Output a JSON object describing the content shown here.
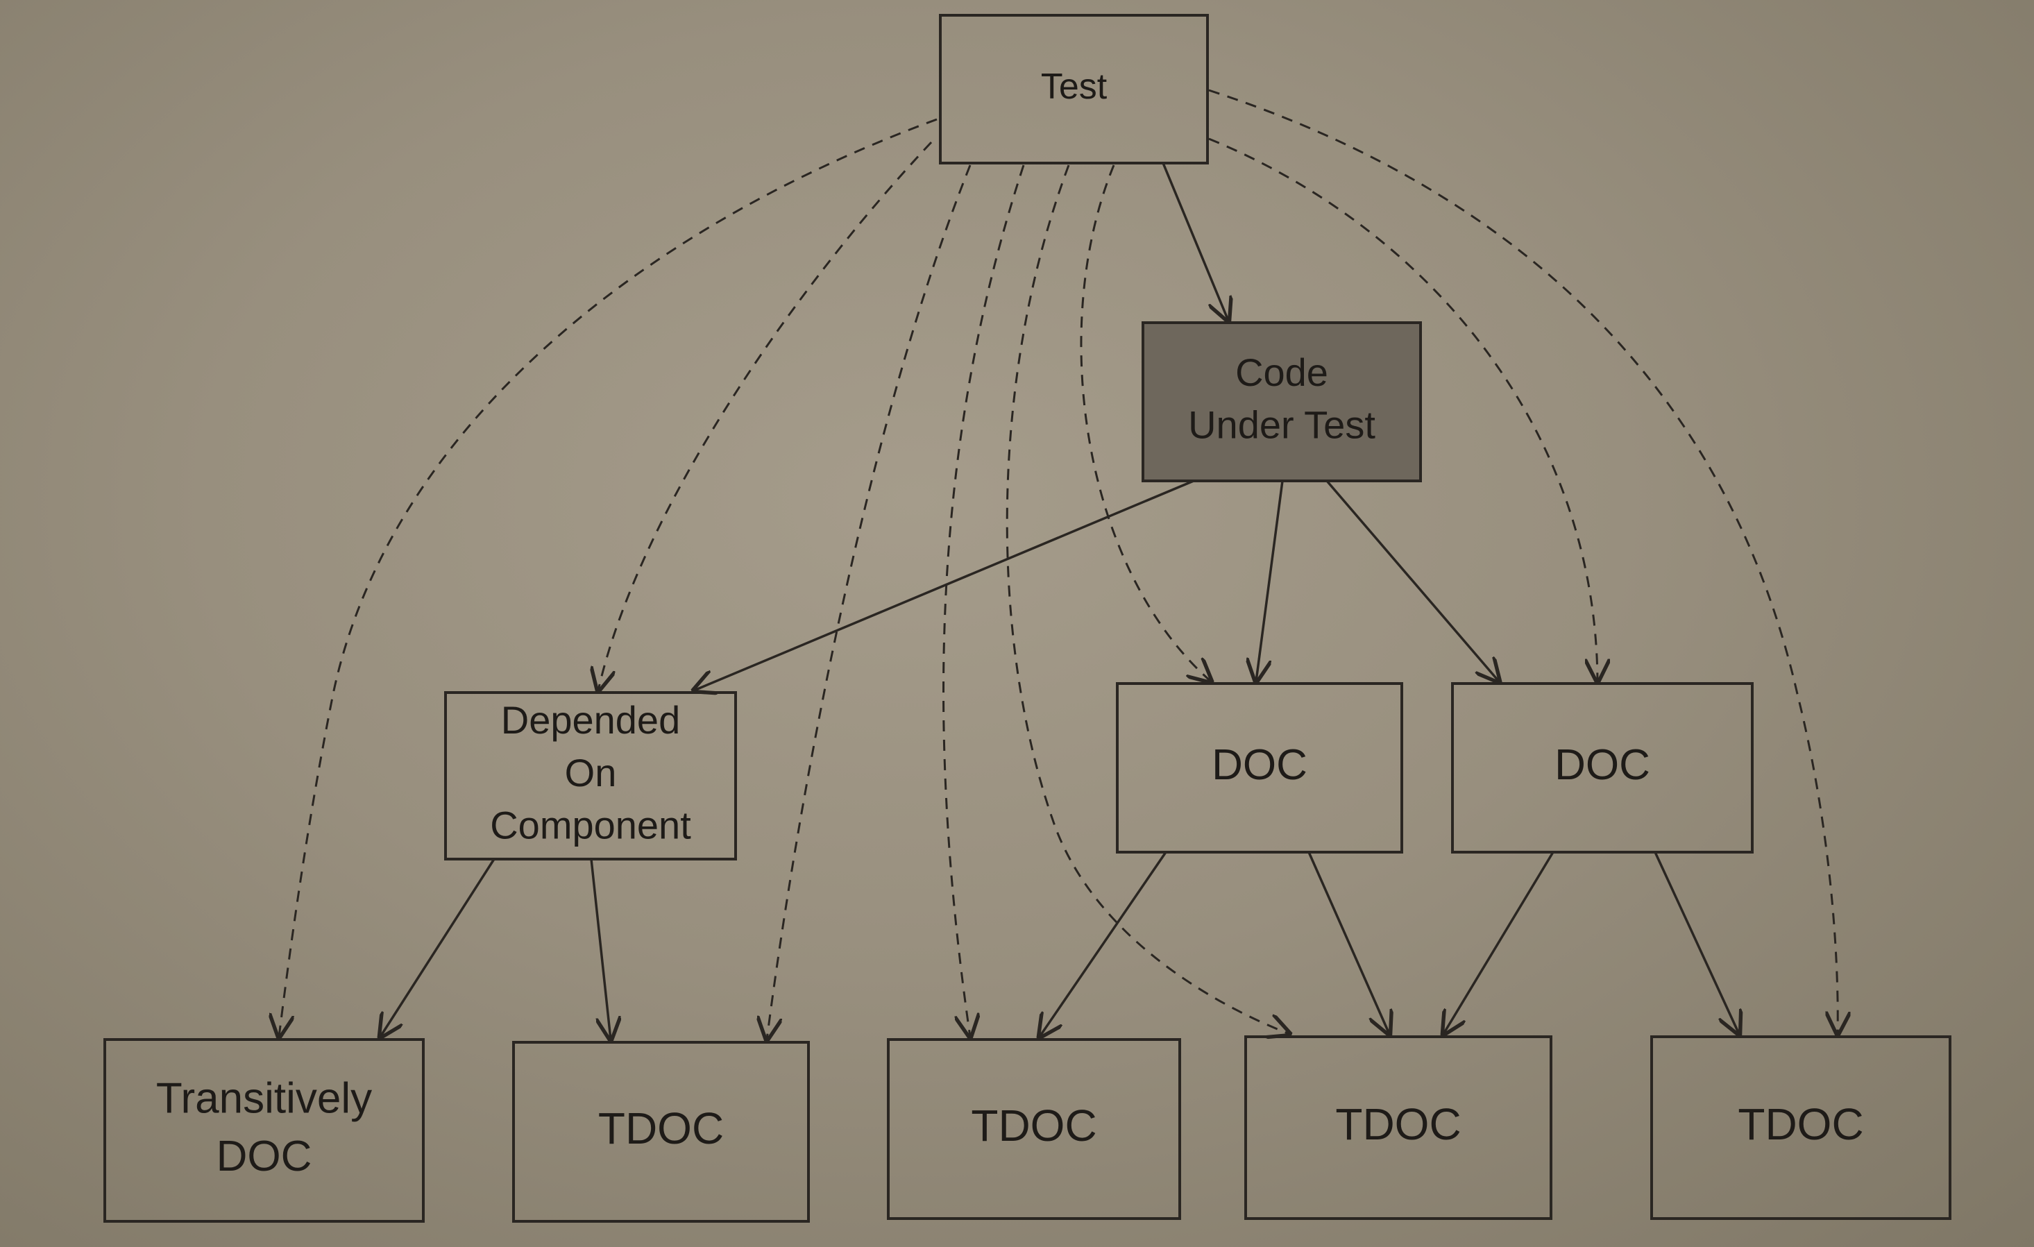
{
  "diagram": {
    "nodes": [
      {
        "id": "test",
        "lines": [
          "Test"
        ],
        "shaded": false
      },
      {
        "id": "code-under-test",
        "lines": [
          "Code",
          "Under Test"
        ],
        "shaded": true
      },
      {
        "id": "depended-on-component",
        "lines": [
          "Depended",
          "On",
          "Component"
        ],
        "shaded": false
      },
      {
        "id": "doc-1",
        "lines": [
          "DOC"
        ],
        "shaded": false
      },
      {
        "id": "doc-2",
        "lines": [
          "DOC"
        ],
        "shaded": false
      },
      {
        "id": "transitively-doc",
        "lines": [
          "Transitively",
          "DOC"
        ],
        "shaded": false
      },
      {
        "id": "tdoc-1",
        "lines": [
          "TDOC"
        ],
        "shaded": false
      },
      {
        "id": "tdoc-2",
        "lines": [
          "TDOC"
        ],
        "shaded": false
      },
      {
        "id": "tdoc-3",
        "lines": [
          "TDOC"
        ],
        "shaded": false
      },
      {
        "id": "tdoc-4",
        "lines": [
          "TDOC"
        ],
        "shaded": false
      }
    ],
    "edges": [
      {
        "from": "test",
        "to": "code-under-test",
        "style": "solid"
      },
      {
        "from": "code-under-test",
        "to": "depended-on-component",
        "style": "solid"
      },
      {
        "from": "code-under-test",
        "to": "doc-1",
        "style": "solid"
      },
      {
        "from": "code-under-test",
        "to": "doc-2",
        "style": "solid"
      },
      {
        "from": "depended-on-component",
        "to": "transitively-doc",
        "style": "solid"
      },
      {
        "from": "depended-on-component",
        "to": "tdoc-1",
        "style": "solid"
      },
      {
        "from": "doc-1",
        "to": "tdoc-2",
        "style": "solid"
      },
      {
        "from": "doc-1",
        "to": "tdoc-3",
        "style": "solid"
      },
      {
        "from": "doc-2",
        "to": "tdoc-3",
        "style": "solid"
      },
      {
        "from": "doc-2",
        "to": "tdoc-4",
        "style": "solid"
      },
      {
        "from": "test",
        "to": "transitively-doc",
        "style": "dashed"
      },
      {
        "from": "test",
        "to": "depended-on-component",
        "style": "dashed"
      },
      {
        "from": "test",
        "to": "tdoc-1",
        "style": "dashed"
      },
      {
        "from": "test",
        "to": "tdoc-2",
        "style": "dashed"
      },
      {
        "from": "test",
        "to": "tdoc-3",
        "style": "dashed"
      },
      {
        "from": "test",
        "to": "doc-1",
        "style": "dashed"
      },
      {
        "from": "test",
        "to": "doc-2",
        "style": "dashed"
      },
      {
        "from": "test",
        "to": "tdoc-4",
        "style": "dashed"
      }
    ]
  }
}
